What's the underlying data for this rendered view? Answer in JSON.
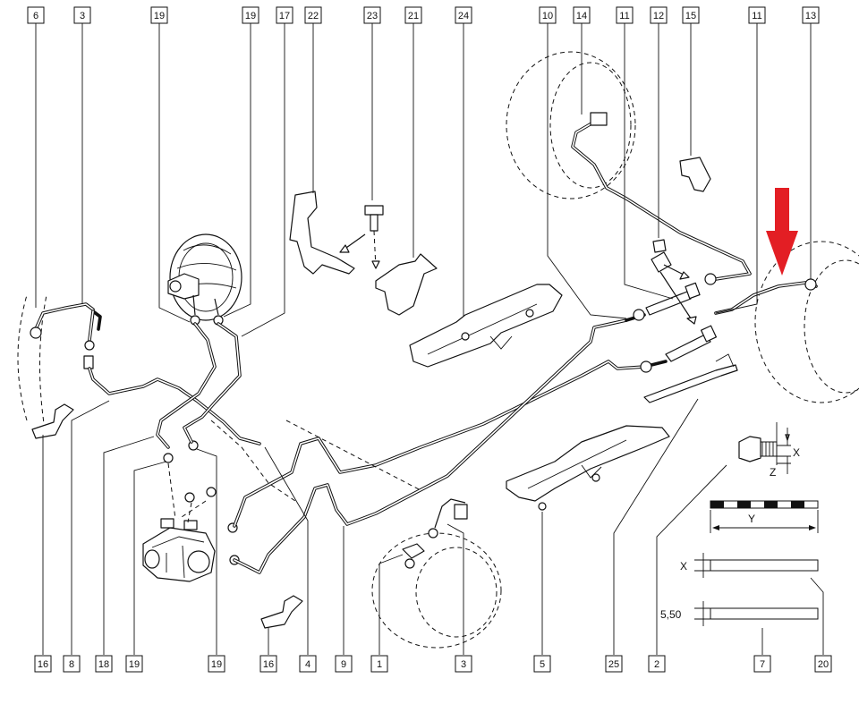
{
  "callouts_top": [
    "6",
    "3",
    "19",
    "19",
    "17",
    "22",
    "23",
    "21",
    "24",
    "10",
    "14",
    "11",
    "12",
    "15",
    "11",
    "13"
  ],
  "callouts_bottom": [
    "16",
    "8",
    "18",
    "19",
    "19",
    "16",
    "4",
    "9",
    "1",
    "3",
    "5",
    "25",
    "2",
    "7",
    "20"
  ],
  "dimensions": {
    "fitting_x": "X",
    "fitting_z": "Z",
    "scale_y": "Y",
    "gap_x": "X",
    "gap_value": "5,50"
  },
  "marker": {
    "color": "#e31e24"
  }
}
